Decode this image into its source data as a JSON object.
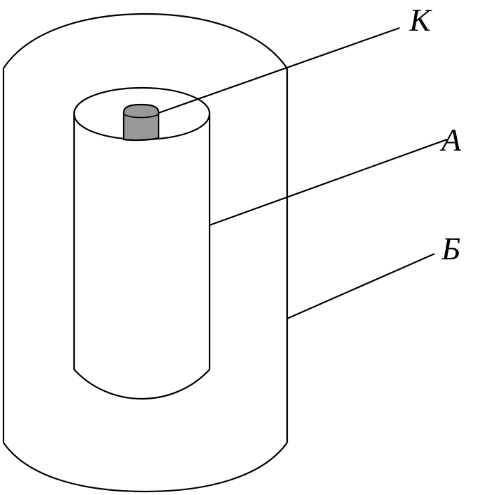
{
  "labels": {
    "k": "K",
    "a": "A",
    "b": "Б"
  },
  "colors": {
    "stroke": "#000000",
    "rod_fill": "#999999",
    "background": "#ffffff"
  }
}
